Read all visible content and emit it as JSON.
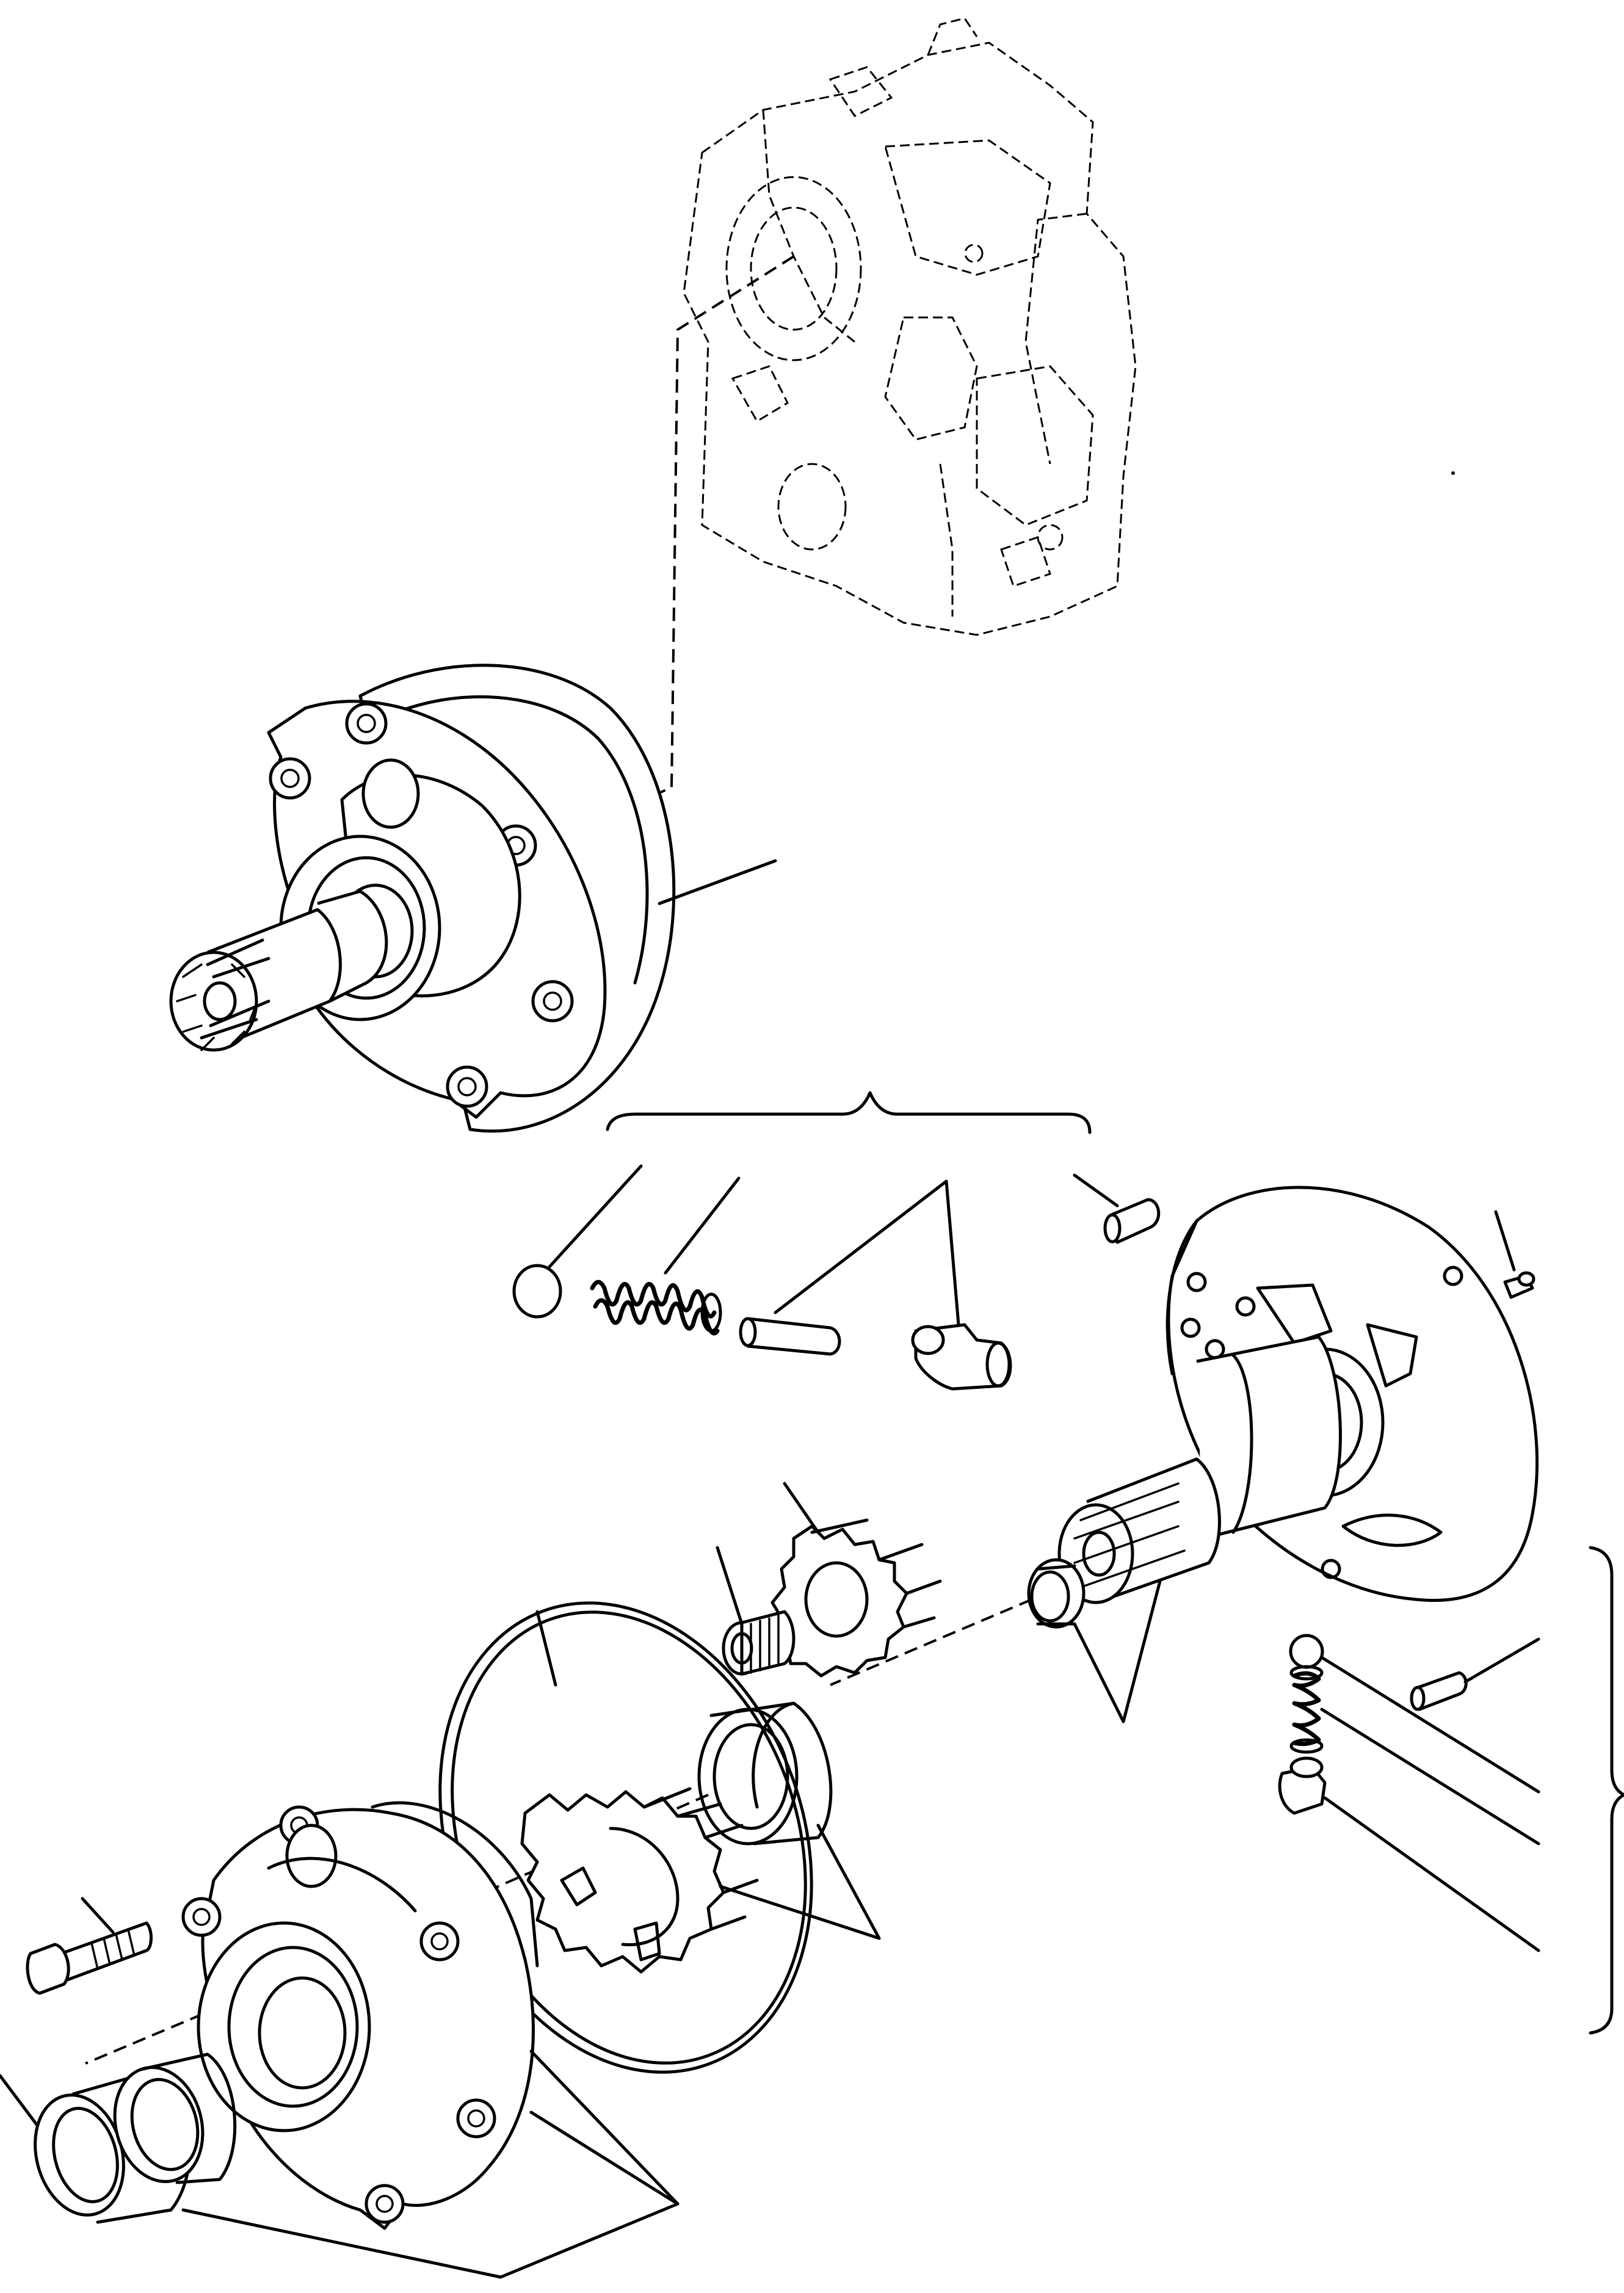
{
  "drawing": {
    "colors": {
      "ink": "#000000",
      "paper": "#ffffff"
    },
    "parts": [
      "transmission-housing",
      "pump-assembly",
      "pump-cover",
      "relief-valve-kit-left",
      "relief-valve-kit-right",
      "o-ring",
      "drive-gear",
      "idler-gear",
      "needle-bearing",
      "bushing",
      "seal",
      "cap-screw"
    ]
  }
}
